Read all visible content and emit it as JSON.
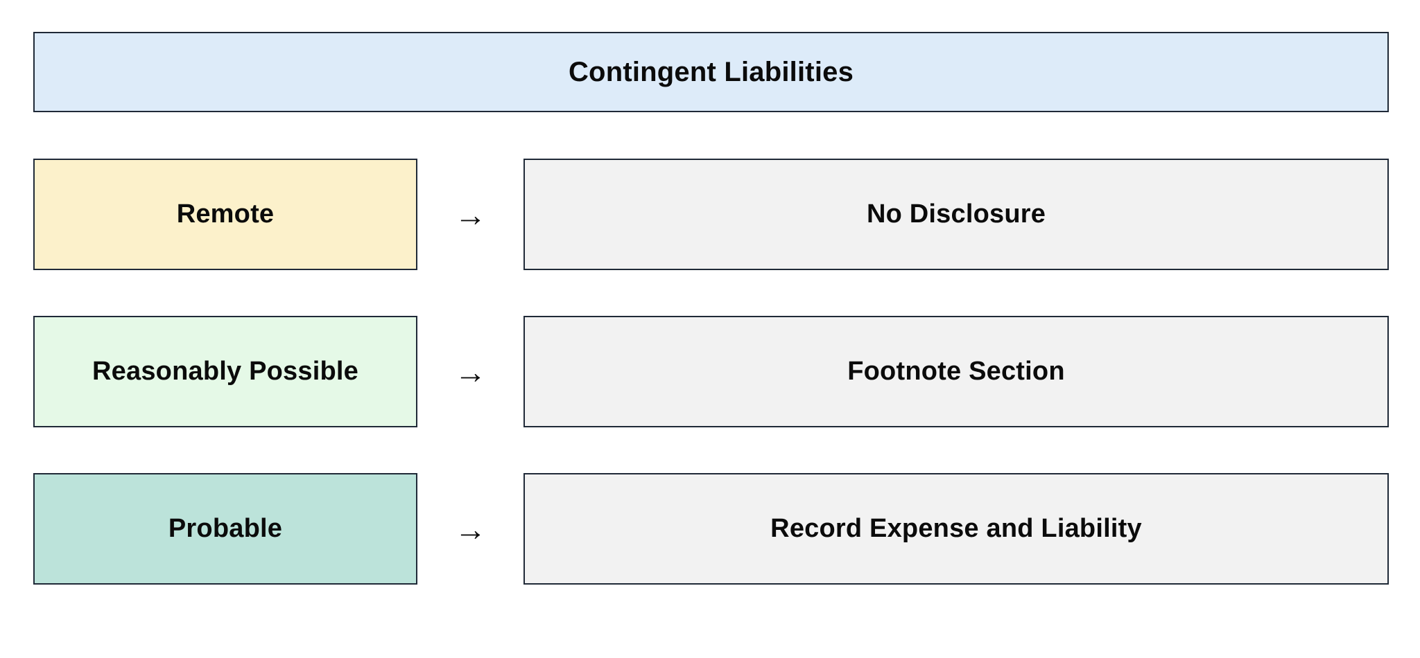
{
  "title": "Contingent Liabilities",
  "colors": {
    "header_bg": "#ddebf9",
    "remote_bg": "#fcf1cb",
    "reasonably_possible_bg": "#e5f9e7",
    "probable_bg": "#bce3da",
    "treatment_bg": "#f2f2f2",
    "border": "#1f2937",
    "text": "#0b0b0b"
  },
  "arrow_icon": "→",
  "rows": [
    {
      "likelihood": "Remote",
      "treatment": "No Disclosure"
    },
    {
      "likelihood": "Reasonably Possible",
      "treatment": "Footnote Section"
    },
    {
      "likelihood": "Probable",
      "treatment": "Record Expense and Liability"
    }
  ]
}
